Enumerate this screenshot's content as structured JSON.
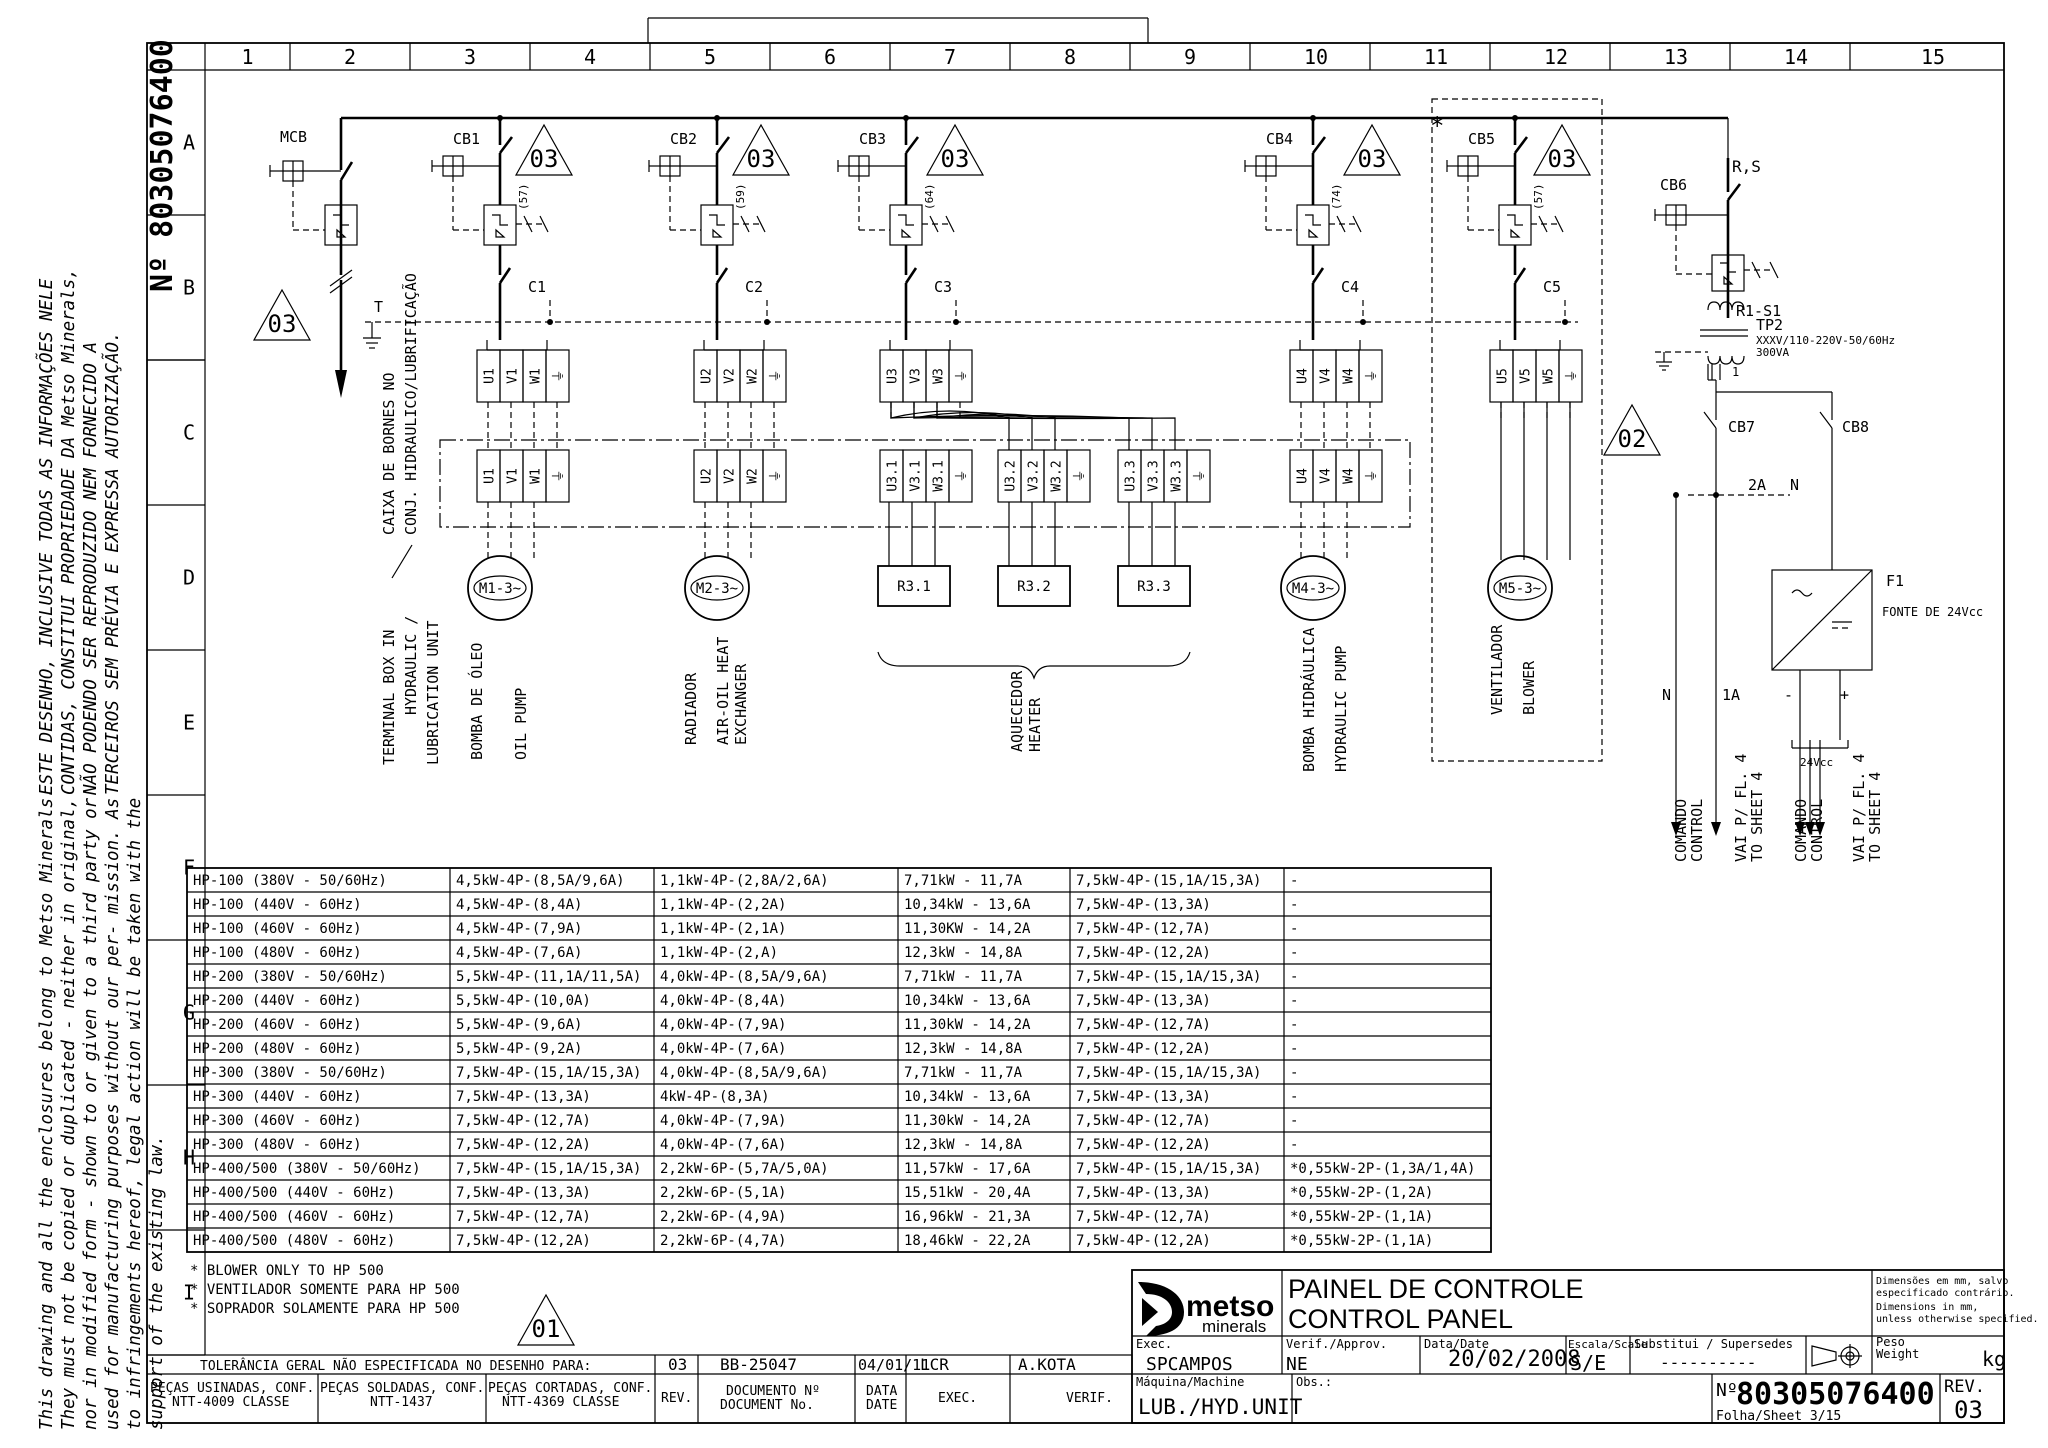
{
  "document_number": "Nº 80305076400",
  "columns": [
    "1",
    "2",
    "3",
    "4",
    "5",
    "6",
    "7",
    "8",
    "9",
    "10",
    "11",
    "12",
    "13",
    "14",
    "15"
  ],
  "rows": [
    "A",
    "B",
    "C",
    "D",
    "E",
    "F",
    "G",
    "H",
    "I"
  ],
  "side_notes": {
    "pt": [
      "ESTE DESENHO, INCLUSIVE TODAS AS INFORMAÇÕES NELE",
      "CONTIDAS, CONSTITUI PROPRIEDADE DA Metso Minerals,",
      "NÃO PODENDO SER REPRODUZIDO NEM FORNECIDO A",
      "TERCEIROS SEM PRÉVIA E EXPRESSA AUTORIZAÇÃO."
    ],
    "en": [
      "This drawing and all the enclosures belong to Metso Minerals.",
      "They must not be copied or duplicated - neither in original,",
      "nor in modified form - shown to or given to a third party or",
      "used for manufacturing purposes without our per- mission. As",
      "to infringements hereof, legal action will be taken with the",
      "support of the existing law."
    ]
  },
  "breakers": {
    "mcb": "MCB",
    "cb1": "CB1",
    "cb2": "CB2",
    "cb3": "CB3",
    "cb4": "CB4",
    "cb5": "CB5",
    "cb6": "CB6",
    "cb7": "CB7",
    "cb8": "CB8",
    "rs": "R,S",
    "star": "*",
    "aux": [
      "(57)",
      "(59)",
      "(64)",
      "(74)",
      "(57)"
    ]
  },
  "contactors": [
    "C1",
    "C2",
    "C3",
    "C4",
    "C5"
  ],
  "revision_marks": [
    "03",
    "03",
    "03",
    "03",
    "03",
    "03",
    "02",
    "01"
  ],
  "earth_label": "T",
  "terminals": {
    "top": [
      [
        "U1",
        "V1",
        "W1",
        "⏚"
      ],
      [
        "U2",
        "V2",
        "W2",
        "⏚"
      ],
      [
        "U3",
        "V3",
        "W3",
        "⏚"
      ],
      [
        "U4",
        "V4",
        "W4",
        "⏚"
      ],
      [
        "U5",
        "V5",
        "W5",
        "⏚"
      ]
    ],
    "box": [
      [
        "U1",
        "V1",
        "W1",
        "⏚"
      ],
      [
        "U2",
        "V2",
        "W2",
        "⏚"
      ],
      [
        "U3.1",
        "V3.1",
        "W3.1",
        "⏚"
      ],
      [
        "U3.2",
        "V3.2",
        "W3.2",
        "⏚"
      ],
      [
        "U3.3",
        "V3.3",
        "W3.3",
        "⏚"
      ],
      [
        "U4",
        "V4",
        "W4",
        "⏚"
      ]
    ]
  },
  "motors": [
    "M1-3~",
    "M2-3~",
    "M4-3~",
    "M5-3~"
  ],
  "heaters": [
    "R3.1",
    "R3.2",
    "R3.3"
  ],
  "loads": {
    "terminal_box": [
      "TERMINAL BOX IN",
      "HYDRAULIC /",
      "LUBRICATION UNIT"
    ],
    "caixa": [
      "CAIXA DE BORNES NO",
      "CONJ. HIDRAULICO/LUBRIFICAÇÃO"
    ],
    "m1": [
      "BOMBA DE ÓLEO",
      "OIL PUMP"
    ],
    "m2": [
      "RADIADOR",
      "AIR-OIL HEAT",
      "EXCHANGER"
    ],
    "heater": [
      "AQUECEDOR",
      "HEATER"
    ],
    "m4": [
      "BOMBA HIDRÁULICA",
      "HYDRAULIC PUMP"
    ],
    "m5": [
      "VENTILADOR",
      "BLOWER"
    ]
  },
  "control": {
    "r1s1": "R1-S1",
    "tp2": "TP2",
    "tp2_spec": "XXXV/110-220V-50/60Hz",
    "tp2_va": "300VA",
    "one": "1",
    "wire_2a": "2A",
    "wire_n": "N",
    "f1": "F1",
    "fonte": "FONTE DE 24Vcc",
    "n_label": "N",
    "a1_label": "1A",
    "minus": "-",
    "plus": "+",
    "v24": "24Vcc",
    "comando": [
      "COMANDO",
      "CONTROL"
    ],
    "vai": [
      "VAI P/ FL. 4",
      "TO SHEET 4"
    ]
  },
  "table_rows": [
    [
      "HP-100 (380V - 50/60Hz)",
      "4,5kW-4P-(8,5A/9,6A)",
      "1,1kW-4P-(2,8A/2,6A)",
      "7,71kW - 11,7A",
      "7,5kW-4P-(15,1A/15,3A)",
      "-"
    ],
    [
      "HP-100 (440V - 60Hz)",
      "4,5kW-4P-(8,4A)",
      "1,1kW-4P-(2,2A)",
      "10,34kW - 13,6A",
      "7,5kW-4P-(13,3A)",
      "-"
    ],
    [
      "HP-100 (460V - 60Hz)",
      "4,5kW-4P-(7,9A)",
      "1,1kW-4P-(2,1A)",
      "11,30KW - 14,2A",
      "7,5kW-4P-(12,7A)",
      "-"
    ],
    [
      "HP-100 (480V - 60Hz)",
      "4,5kW-4P-(7,6A)",
      "1,1kW-4P-(2,A)",
      "12,3kW - 14,8A",
      "7,5kW-4P-(12,2A)",
      "-"
    ],
    [
      "HP-200 (380V - 50/60Hz)",
      "5,5kW-4P-(11,1A/11,5A)",
      "4,0kW-4P-(8,5A/9,6A)",
      "7,71kW - 11,7A",
      "7,5kW-4P-(15,1A/15,3A)",
      "-"
    ],
    [
      "HP-200 (440V - 60Hz)",
      "5,5kW-4P-(10,0A)",
      "4,0kW-4P-(8,4A)",
      "10,34kW - 13,6A",
      "7,5kW-4P-(13,3A)",
      "-"
    ],
    [
      "HP-200 (460V - 60Hz)",
      "5,5kW-4P-(9,6A)",
      "4,0kW-4P-(7,9A)",
      "11,30kW - 14,2A",
      "7,5kW-4P-(12,7A)",
      "-"
    ],
    [
      "HP-200 (480V - 60Hz)",
      "5,5kW-4P-(9,2A)",
      "4,0kW-4P-(7,6A)",
      "12,3kW - 14,8A",
      "7,5kW-4P-(12,2A)",
      "-"
    ],
    [
      "HP-300 (380V - 50/60Hz)",
      "7,5kW-4P-(15,1A/15,3A)",
      "4,0kW-4P-(8,5A/9,6A)",
      "7,71kW - 11,7A",
      "7,5kW-4P-(15,1A/15,3A)",
      "-"
    ],
    [
      "HP-300 (440V - 60Hz)",
      "7,5kW-4P-(13,3A)",
      "4kW-4P-(8,3A)",
      "10,34kW - 13,6A",
      "7,5kW-4P-(13,3A)",
      "-"
    ],
    [
      "HP-300 (460V - 60Hz)",
      "7,5kW-4P-(12,7A)",
      "4,0kW-4P-(7,9A)",
      "11,30kW - 14,2A",
      "7,5kW-4P-(12,7A)",
      "-"
    ],
    [
      "HP-300 (480V - 60Hz)",
      "7,5kW-4P-(12,2A)",
      "4,0kW-4P-(7,6A)",
      "12,3kW - 14,8A",
      "7,5kW-4P-(12,2A)",
      "-"
    ],
    [
      "HP-400/500 (380V - 50/60Hz)",
      "7,5kW-4P-(15,1A/15,3A)",
      "2,2kW-6P-(5,7A/5,0A)",
      "11,57kW - 17,6A",
      "7,5kW-4P-(15,1A/15,3A)",
      "*0,55kW-2P-(1,3A/1,4A)"
    ],
    [
      "HP-400/500 (440V - 60Hz)",
      "7,5kW-4P-(13,3A)",
      "2,2kW-6P-(5,1A)",
      "15,51kW - 20,4A",
      "7,5kW-4P-(13,3A)",
      "*0,55kW-2P-(1,2A)"
    ],
    [
      "HP-400/500 (460V - 60Hz)",
      "7,5kW-4P-(12,7A)",
      "2,2kW-6P-(4,9A)",
      "16,96kW - 21,3A",
      "7,5kW-4P-(12,7A)",
      "*0,55kW-2P-(1,1A)"
    ],
    [
      "HP-400/500 (480V - 60Hz)",
      "7,5kW-4P-(12,2A)",
      "2,2kW-6P-(4,7A)",
      "18,46kW - 22,2A",
      "7,5kW-4P-(12,2A)",
      "*0,55kW-2P-(1,1A)"
    ]
  ],
  "footnotes": [
    "* BLOWER ONLY TO HP 500",
    "* VENTILADOR SOMENTE PARA HP 500",
    "* SOPRADOR SOLAMENTE PARA HP 500"
  ],
  "tolerance": {
    "header": "TOLERÂNCIA GERAL NÃO ESPECIFICADA NO DESENHO PARA:",
    "rev": "03",
    "doc": "BB-25047",
    "date": "04/01/11",
    "exec": "LCR",
    "verif": "A.KOTA",
    "c1": [
      "PEÇAS USINADAS, CONF.",
      "NTT-4009 CLASSE"
    ],
    "c2": [
      "PEÇAS SOLDADAS, CONF.",
      "NTT-1437"
    ],
    "c3": [
      "PEÇAS CORTADAS, CONF.",
      "NTT-4369 CLASSE"
    ],
    "rev_label": "REV.",
    "doc_label": [
      "DOCUMENTO Nº",
      "DOCUMENT No."
    ],
    "date_label": [
      "DATA",
      "DATE"
    ],
    "exec_label": "EXEC.",
    "verif_label": "VERIF."
  },
  "title_block": {
    "logo_main": "metso",
    "logo_sub": "minerals",
    "title_pt": "PAINEL DE CONTROLE",
    "title_en": "CONTROL PANEL",
    "dims_note": [
      "Dimensões em mm, salvo",
      "especificado contrário.",
      "Dimensions in mm,",
      "unless otherwise specified."
    ],
    "exec_label": "Exec.",
    "exec_value": "SPCAMPOS",
    "verif_label": "Verif./Approv.",
    "verif_value": "NE",
    "date_label": "Data/Date",
    "date_value": "20/02/2008",
    "scale_label": "Escala/Scale",
    "scale_value": "S/E",
    "subst_label": "Substitui / Supersedes",
    "subst_value": "----------",
    "weight_label": [
      "Peso",
      "Weight"
    ],
    "weight_unit": "kg",
    "machine_label": "Máquina/Machine",
    "machine_value": "LUB./HYD.UNIT",
    "obs_label": "Obs.:",
    "number_prefix": "Nº",
    "number": "80305076400",
    "sheet": "Folha/Sheet  3/15",
    "rev_label": "REV.",
    "rev_value": "03"
  }
}
